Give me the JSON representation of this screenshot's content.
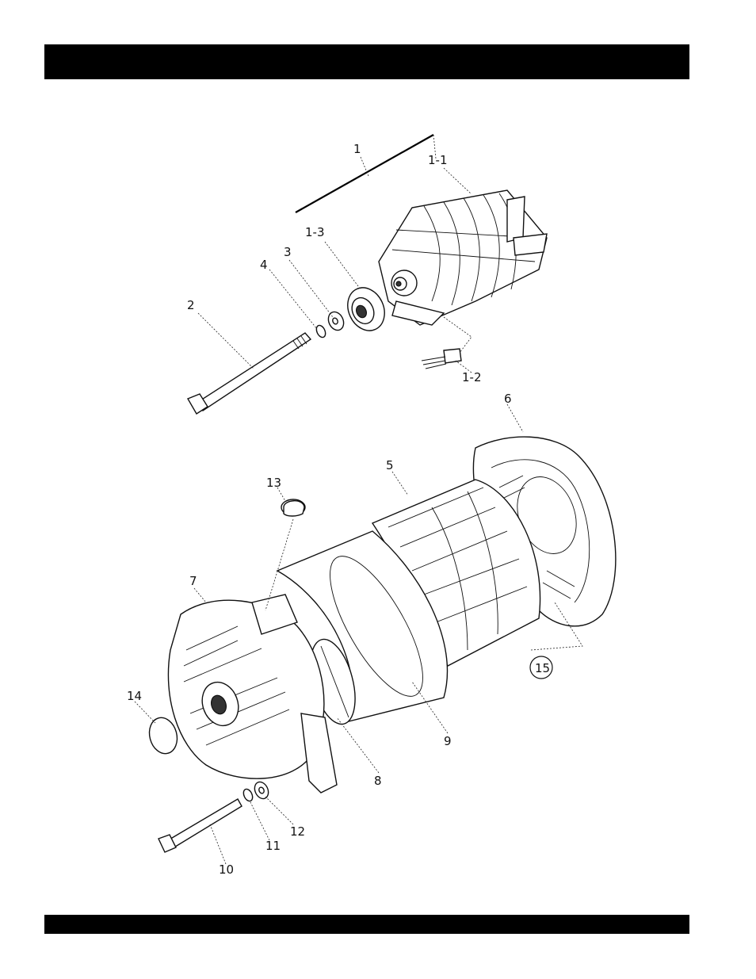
{
  "page": {
    "header_bar_color": "#000000",
    "footer_bar_color": "#000000"
  },
  "callouts": {
    "c1": "1",
    "c1_1": "1-1",
    "c1_2": "1-2",
    "c1_3": "1-3",
    "c2": "2",
    "c3": "3",
    "c4": "4",
    "c5": "5",
    "c6": "6",
    "c7": "7",
    "c8": "8",
    "c9": "9",
    "c10": "10",
    "c11": "11",
    "c12": "12",
    "c13": "13",
    "c14": "14",
    "c15": "15"
  }
}
